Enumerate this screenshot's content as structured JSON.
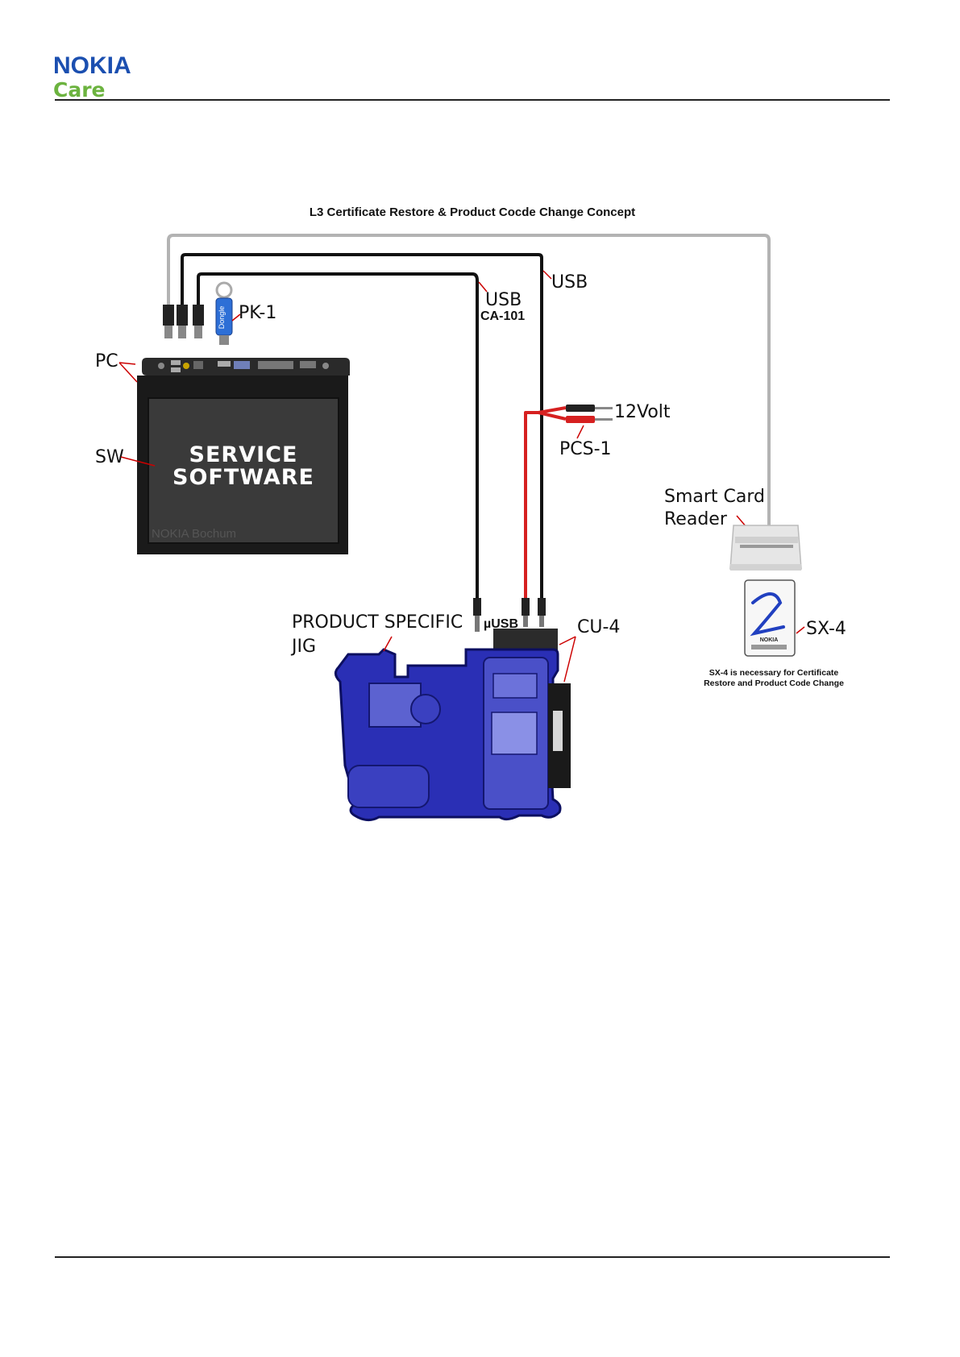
{
  "header": {
    "brand": "NOKIA",
    "sub_brand": "Care"
  },
  "diagram": {
    "title": "L3 Certificate Restore & Product Cocde Change Concept",
    "labels": {
      "pc": "PC",
      "sw": "SW",
      "pk1": "PK-1",
      "usb_ca101": "USB",
      "ca101": "CA-101",
      "usb_cu4": "USB",
      "volt": "12Volt",
      "pcs1": "PCS-1",
      "smart_card_line1": "Smart Card",
      "smart_card_line2": "Reader",
      "jig_line1": "PRODUCT SPECIFIC",
      "jig_line2": "JIG",
      "musb": "µUSB",
      "cu4": "CU-4",
      "sx4": "SX-4",
      "note_line1": "SX-4 is necessary for Certificate",
      "note_line2": "Restore and Product Code Change",
      "screen_line1": "SERVICE",
      "screen_line2": "SOFTWARE",
      "screen_watermark": "NOKIA Bochum",
      "card_brand": "NOKIA",
      "dongle_text": "Dongle"
    },
    "colors": {
      "cable_black": "#111111",
      "cable_grey": "#b3b3b3",
      "cable_red": "#d62020",
      "jig_blue": "#2a2fb5",
      "nokia_blue": "#1b4fb0",
      "care_green": "#6cb33f"
    }
  }
}
